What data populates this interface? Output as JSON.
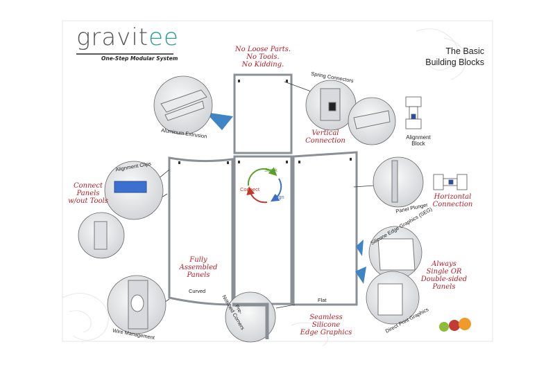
{
  "brand": {
    "name_start": "gravit",
    "name_end": "ee",
    "tagline": "One-Step Modular System"
  },
  "title": {
    "line1": "The Basic",
    "line2": "Building Blocks"
  },
  "callouts": {
    "no_loose_parts": [
      "No Loose Parts.",
      "No Tools.",
      "No Kidding."
    ],
    "vertical_connection": [
      "Vertical",
      "Connection"
    ],
    "connect_panels": [
      "Connect",
      "Panels",
      "w/out Tools"
    ],
    "horizontal_connection": [
      "Horizontal",
      "Connection"
    ],
    "fully_assembled": [
      "Fully",
      "Assembled",
      "Panels"
    ],
    "always_single": [
      "Always",
      "Single OR",
      "Double-sided",
      "Panels"
    ],
    "seamless": [
      "Seamless",
      "Silicone",
      "Edge Graphics"
    ]
  },
  "labels": {
    "aluminum_extrusion": "Aluminum Extrusion",
    "spring_connectors": "Spring Connectors",
    "alignment_block": [
      "Alignment",
      "Block"
    ],
    "alignment_clips": "Alignment Clips",
    "panel_plunger": "Panel Plunger",
    "silicone_edge_graphics": "Silicone Edge Graphics (SEG)",
    "direct_print_graphics": "Direct Print Graphics",
    "wire_management": "Wire Management",
    "pre_notched_corners": [
      "Pre-",
      "Notched Corners"
    ],
    "curved": "Curved",
    "flat": "Flat",
    "stack": "Stack",
    "connect": "Connect",
    "align": "Align"
  },
  "colors": {
    "accent_red": "#b51e27",
    "pointer_blue": "#3f84c4",
    "frame": "#8a8f96",
    "brand_teal": "#2a9d8f"
  }
}
